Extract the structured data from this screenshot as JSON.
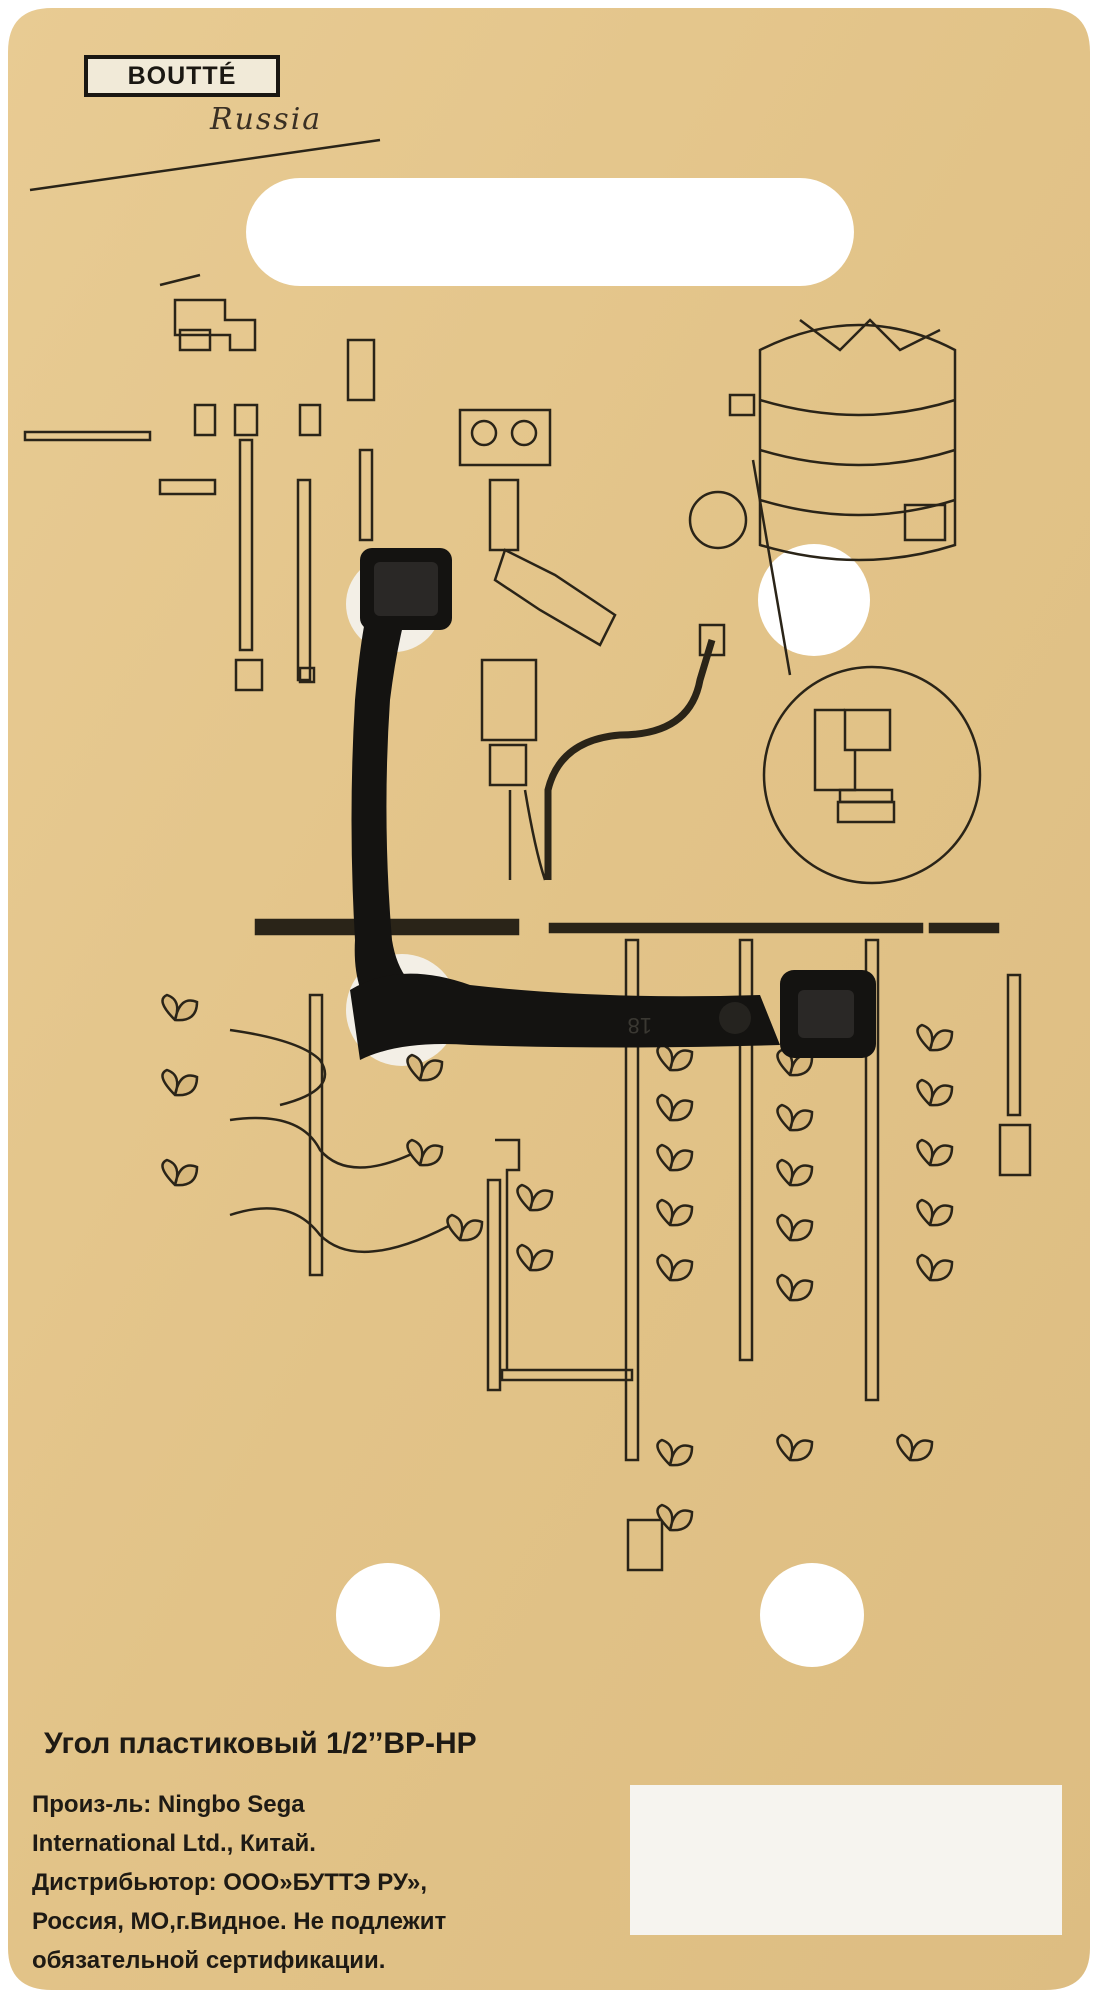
{
  "brand": {
    "logo_text": "BOUTTÉ",
    "signature": "Russia"
  },
  "product": {
    "title": "Угол пластиковый 1/2’’ВР-НР",
    "info_lines": [
      "Произ-ль: Ningbo Sega",
      "International Ltd., Китай.",
      "Дистрибьютор: ООО»БУТТЭ РУ»,",
      "Россия, МО,г.Видное. Не подлежит",
      "обязательной сертификации."
    ]
  },
  "tie": {
    "marking": "18"
  },
  "colors": {
    "card": "#e4c58c",
    "ink": "#2a2418",
    "tie": "#141311",
    "background": "#ffffff"
  }
}
